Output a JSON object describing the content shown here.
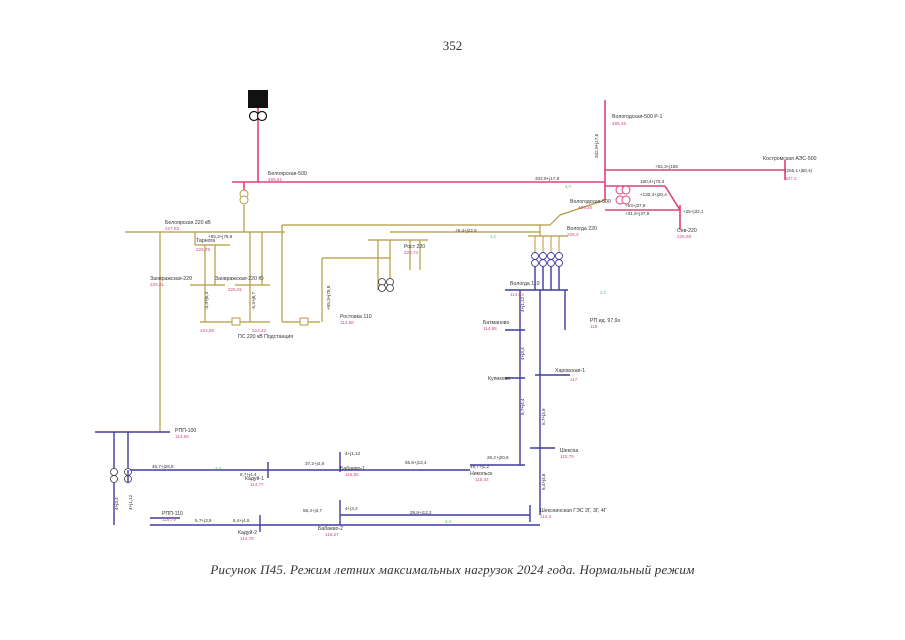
{
  "page_number": "352",
  "caption": "Рисунок П45. Режим летних максимальных нагрузок 2024 года. Нормальный режим",
  "colors": {
    "kv500": "#e0407f",
    "kv220": "#b59a3f",
    "kv110": "#3e3c9e",
    "load": "#3aa84a",
    "voltage": "#d04a8c"
  },
  "nodes": {
    "beloyarskaya500": {
      "name": "Белоярская-500",
      "voltage": "495,61"
    },
    "voloda500": {
      "name": "Вологодская-500 Р-1",
      "voltage": "495,45"
    },
    "kostromskaya": {
      "name": "Костромская АЭС-500",
      "voltage": "507,2"
    },
    "voloda500b": {
      "name": "Вологодская-500",
      "voltage": "499,26"
    },
    "beloyarskaya220": {
      "name": "Белоярская 220 кВ",
      "voltage": "227,83"
    },
    "rpp220a": {
      "name": "Заовражская-220",
      "voltage": "226,61"
    },
    "tarnogsk": {
      "name": "Тарнога",
      "voltage": "226,76"
    },
    "zaovrazh2": {
      "name": "Заовражская-220 Ю",
      "voltage": "226,01"
    },
    "ps220": {
      "name": "ПС 220 кВ Подстанция",
      "voltage": "224,85"
    },
    "ps220b": {
      "name": "",
      "voltage": "224,42"
    },
    "rost220": {
      "name": "Рост 220",
      "voltage": "226,74"
    },
    "rostovka": {
      "name": "Ростовка 110",
      "voltage": "114,58"
    },
    "vologda220": {
      "name": "Вологда 220",
      "voltage": "226,3"
    },
    "sev220": {
      "name": "Сев-220",
      "voltage": "225,69"
    },
    "vologda110": {
      "name": "Вологда 110",
      "voltage": "114,63"
    },
    "rpp_rd": {
      "name": "РП ид. 97,9з",
      "voltage": "115"
    },
    "batmanovo": {
      "name": "Батманово",
      "voltage": "114,68"
    },
    "kupikovo": {
      "name": "Купиково",
      "voltage": ""
    },
    "kharovsk": {
      "name": "Харовская-1",
      "voltage": "117"
    },
    "rpp100": {
      "name": "РПП-100",
      "voltage": "114,69"
    },
    "sheksna": {
      "name": "Шексна",
      "voltage": "115,79"
    },
    "kadui": {
      "name": "Кадуй-1",
      "voltage": "114,77"
    },
    "babaevo1": {
      "name": "Бабаево-1",
      "voltage": "115,92"
    },
    "nikolsk": {
      "name": "Никольск",
      "voltage": "115,04"
    },
    "rpp110": {
      "name": "РПП-110",
      "voltage": "116,79"
    },
    "kadui2": {
      "name": "Кадуй-2",
      "voltage": "114,79"
    },
    "babaevo2": {
      "name": "Бабаево-2",
      "voltage": "116,27"
    },
    "sheksna2": {
      "name": "Шекснинская ГЭС 2Г, 3Г, 4Г",
      "voltage": "114,3"
    }
  },
  "flows": {
    "f500_main": "332,9+j17,6",
    "f500_east": "+52,3+j165",
    "f500_kost": "(255,1+j50,4)",
    "f500_a": "180,4+j70,3",
    "f500_b": "+130,4+j20,4",
    "f500_c": "+53+j37,8",
    "f500_d": "+31,6+j37,8",
    "f500_e": "+25+j33,1",
    "f220_main": "+9,4+j22,6",
    "f220_a": "+55,3+j78,8",
    "f220_b": "-3,4+j5,4",
    "f220_c": "-5,3+j6,7",
    "f110_a": "8,7+j4,4",
    "f110_b": "37,2+j4,8",
    "f110_c": "55,8+j12,4",
    "f110_d": "26,2+j20,6",
    "f110_e": "49,7+j1,2",
    "f110_f": "56,4+j3,7",
    "f110_g": "5,7+j3,9",
    "f110_h": "29,8+j12,2",
    "f110_i": "4+j1,12",
    "f110_j": "4+j3,4",
    "f110_k": "6,4+j4,6",
    "f110_l": "46,7+j28,8",
    "load_a": "2,5",
    "load_b": "1,2",
    "load_c": "3,4",
    "load_d": "4,4",
    "load_e": "2,5"
  }
}
